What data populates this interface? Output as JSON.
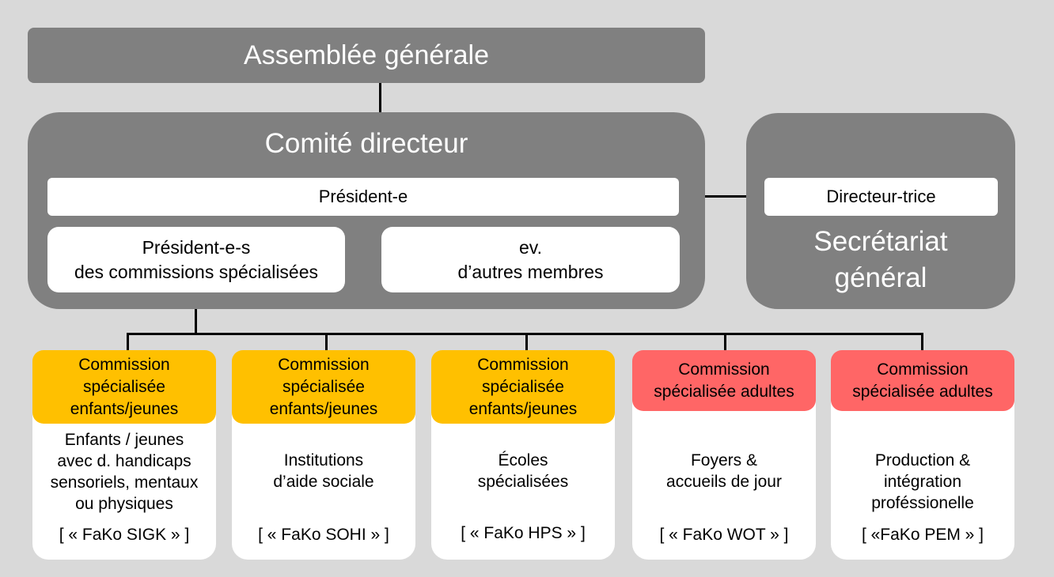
{
  "assembly": {
    "label": "Assemblée générale"
  },
  "steering_committee": {
    "title": "Comité directeur",
    "president": "Président-e",
    "commission_presidents": [
      "Président-e-s",
      "des commissions spécialisées"
    ],
    "other_members": [
      "ev.",
      "d’autres membres"
    ]
  },
  "secretariat": {
    "director": "Directeur-trice",
    "title": [
      "Secrétariat",
      "général"
    ]
  },
  "colors": {
    "background": "#d9d9d9",
    "grey_box": "#808080",
    "children_commission": "#ffc000",
    "adult_commission": "#ff6666"
  },
  "commissions": [
    {
      "header": [
        "Commission",
        "spécialisée",
        "enfants/jeunes"
      ],
      "description": [
        "Enfants / jeunes",
        "avec d. handicaps",
        "sensoriels, mentaux",
        "ou physiques"
      ],
      "code": "[ « FaKo SIGK » ]"
    },
    {
      "header": [
        "Commission",
        "spécialisée",
        "enfants/jeunes"
      ],
      "description": [
        "Institutions",
        "d’aide sociale"
      ],
      "code": "[ « FaKo SOHI » ]"
    },
    {
      "header": [
        "Commission",
        "spécialisée",
        "enfants/jeunes"
      ],
      "description": [
        "Écoles",
        "spécialisées"
      ],
      "code": "[ « FaKo HPS » ]"
    },
    {
      "header": [
        "Commission",
        "spécialisée adultes"
      ],
      "description": [
        "Foyers &",
        "accueils de jour"
      ],
      "code": "[ « FaKo WOT » ]"
    },
    {
      "header": [
        "Commission",
        "spécialisée adultes"
      ],
      "description": [
        "Production &",
        "intégration",
        "proféssionelle"
      ],
      "code": "[ «FaKo PEM » ]"
    }
  ]
}
